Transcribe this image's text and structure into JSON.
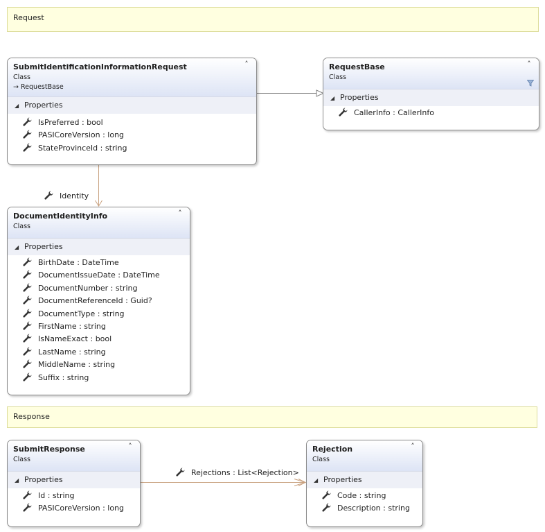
{
  "sections": {
    "request_label": "Request",
    "response_label": "Response"
  },
  "classes": {
    "submit_identification": {
      "name": "SubmitIdentificationInformationRequest",
      "kind": "Class",
      "base": "RequestBase",
      "compartment": "Properties",
      "properties": [
        "IsPreferred : bool",
        "PASICoreVersion : long",
        "StateProvinceId : string"
      ]
    },
    "request_base": {
      "name": "RequestBase",
      "kind": "Class",
      "compartment": "Properties",
      "properties": [
        "CallerInfo : CallerInfo"
      ]
    },
    "document_identity_info": {
      "name": "DocumentIdentityInfo",
      "kind": "Class",
      "compartment": "Properties",
      "properties": [
        "BirthDate : DateTime",
        "DocumentIssueDate : DateTime",
        "DocumentNumber : string",
        "DocumentReferenceId : Guid?",
        "DocumentType : string",
        "FirstName : string",
        "IsNameExact : bool",
        "LastName : string",
        "MiddleName : string",
        "Suffix : string"
      ]
    },
    "submit_response": {
      "name": "SubmitResponse",
      "kind": "Class",
      "compartment": "Properties",
      "properties": [
        "Id : string",
        "PASICoreVersion : long"
      ]
    },
    "rejection": {
      "name": "Rejection",
      "kind": "Class",
      "compartment": "Properties",
      "properties": [
        "Code : string",
        "Description : string"
      ]
    }
  },
  "associations": {
    "identity_label": "Identity",
    "rejections_label": "Rejections : List<Rejection>"
  },
  "icons": {
    "property": "wrench-icon",
    "collapse": "chevron-up-double-icon",
    "expand_section": "triangle-down-icon",
    "inherits": "arrow-right-icon",
    "filter": "funnel-icon"
  },
  "colors": {
    "comment_fill": "#ffffe0",
    "header_gradient": "#dde4f5",
    "association_line": "#c8a07e",
    "inheritance_line": "#808080"
  }
}
